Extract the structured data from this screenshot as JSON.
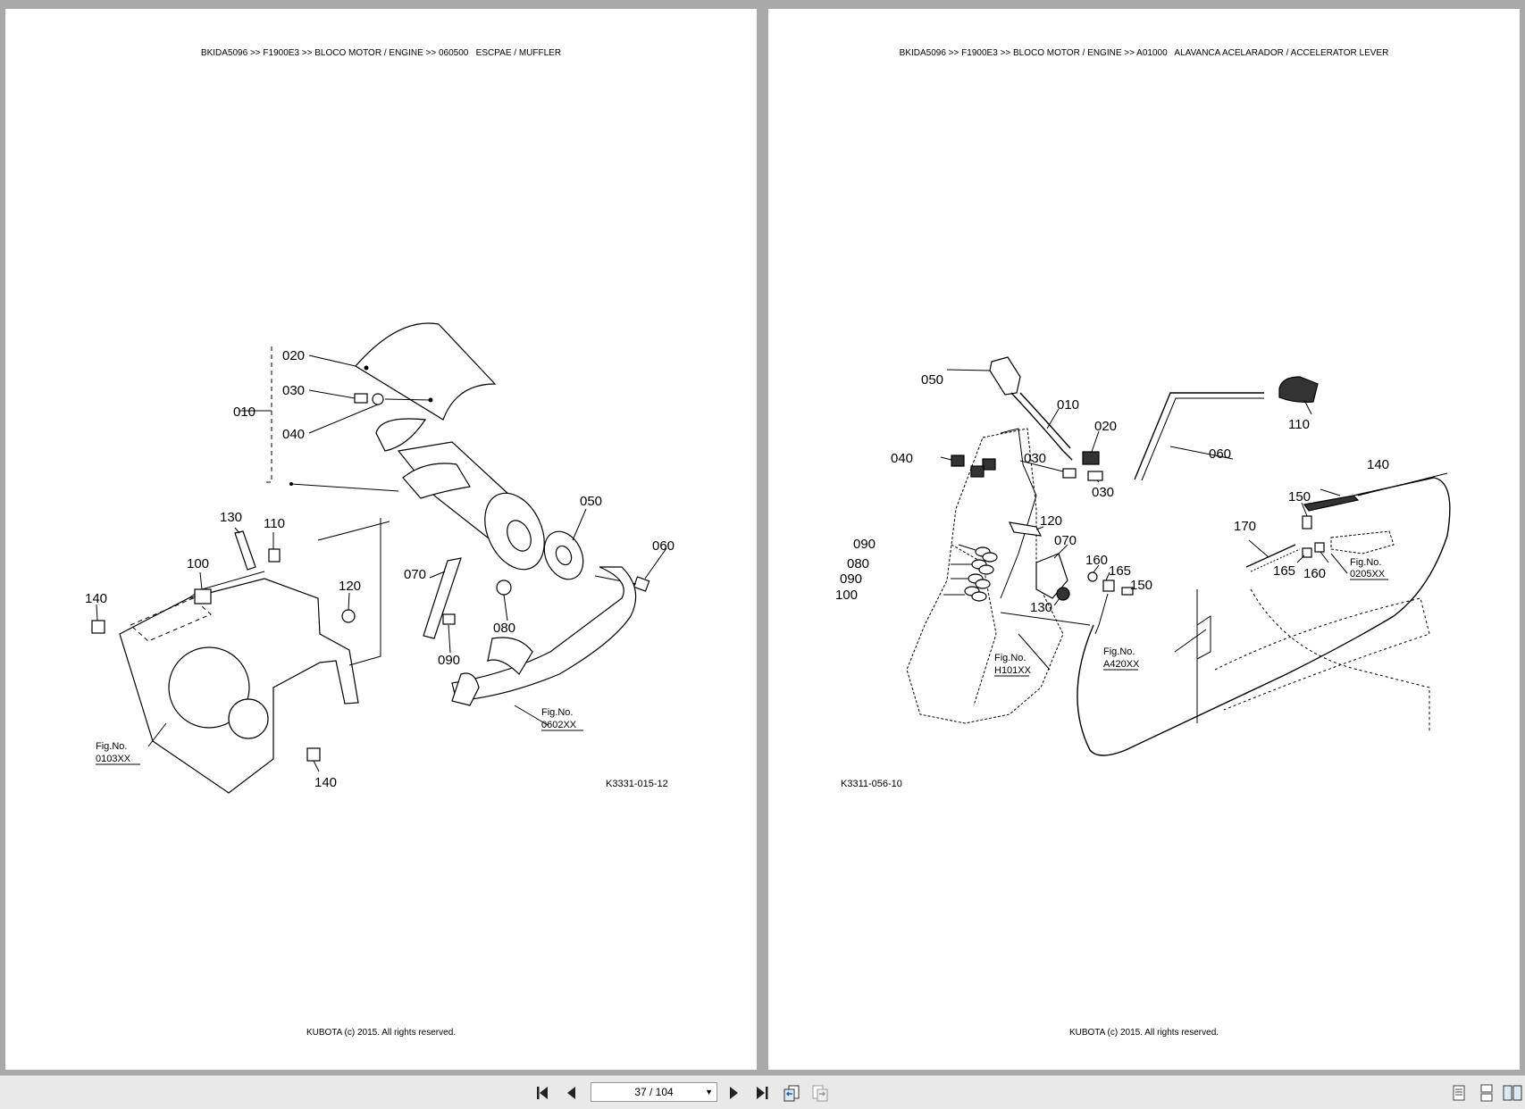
{
  "left_page": {
    "header": "BKIDA5096 >> F1900E3 >> BLOCO MOTOR / ENGINE >> 060500   ESCPAE / MUFFLER",
    "footer": "KUBOTA (c) 2015. All rights reserved.",
    "drawing_code": "K3331-015-12",
    "labels": {
      "p010": "010",
      "p020": "020",
      "p030": "030",
      "p040": "040",
      "p050": "050",
      "p060": "060",
      "p070": "070",
      "p080": "080",
      "p090": "090",
      "p100": "100",
      "p110": "110",
      "p120": "120",
      "p130": "130",
      "p140a": "140",
      "p140b": "140"
    },
    "fig_refs": {
      "f1_title": "Fig.No.",
      "f1_code": "0103XX",
      "f2_title": "Fig.No.",
      "f2_code": "0602XX"
    }
  },
  "right_page": {
    "header": "BKIDA5096 >> F1900E3 >> BLOCO MOTOR / ENGINE >> A01000   ALAVANCA ACELARADOR / ACCELERATOR LEVER",
    "footer": "KUBOTA (c) 2015. All rights reserved.",
    "drawing_code": "K3311-056-10",
    "labels": {
      "p010": "010",
      "p020": "020",
      "p030a": "030",
      "p030b": "030",
      "p040": "040",
      "p050": "050",
      "p060": "060",
      "p070": "070",
      "p080": "080",
      "p090a": "090",
      "p090b": "090",
      "p100": "100",
      "p110": "110",
      "p120": "120",
      "p130": "130",
      "p140": "140",
      "p150a": "150",
      "p150b": "150",
      "p160a": "160",
      "p160b": "160",
      "p165a": "165",
      "p165b": "165",
      "p170": "170"
    },
    "fig_refs": {
      "f1_title": "Fig.No.",
      "f1_code": "H101XX",
      "f2_title": "Fig.No.",
      "f2_code": "A420XX",
      "f3_title": "Fig.No.",
      "f3_code": "0205XX"
    }
  },
  "toolbar": {
    "page_indicator": "37 / 104",
    "icons": [
      "first-page-icon",
      "prev-page-icon",
      "next-page-icon",
      "last-page-icon",
      "go-back-icon",
      "go-forward-icon",
      "single-page-view-icon",
      "continuous-view-icon",
      "two-page-view-icon"
    ]
  }
}
